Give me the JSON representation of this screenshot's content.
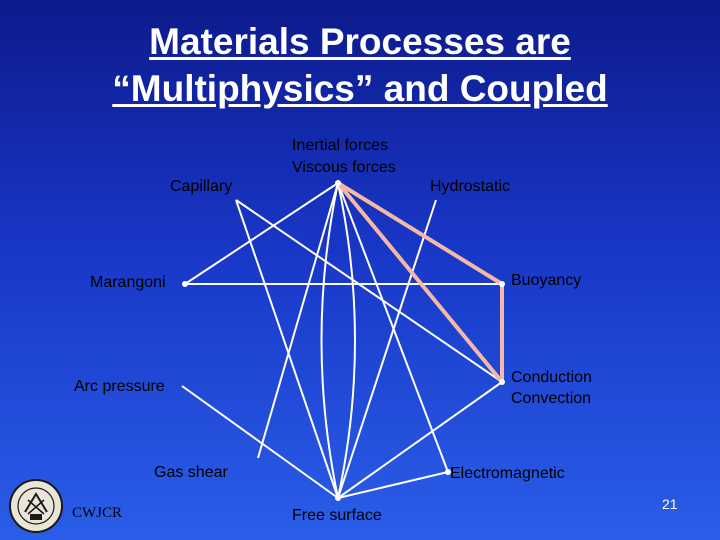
{
  "title": {
    "line1": "Materials Processes are",
    "line2": "“Multiphysics” and Coupled"
  },
  "nodes": {
    "inertial": "Inertial forces",
    "viscous": "Viscous forces",
    "capillary": "Capillary",
    "hydrostatic": "Hydrostatic",
    "marangoni": "Marangoni",
    "buoyancy": "Buoyancy",
    "arc_pressure": "Arc pressure",
    "conduction": "Conduction",
    "convection": "Convection",
    "gas_shear": "Gas shear",
    "electromagnetic": "Electromagnetic",
    "free_surface": "Free surface"
  },
  "footer": {
    "org": "CWJCR",
    "page_number": "21"
  },
  "colors": {
    "highlight_edge": "#f5b8a4",
    "edge": "#ffffff",
    "title": "#ffffff"
  }
}
